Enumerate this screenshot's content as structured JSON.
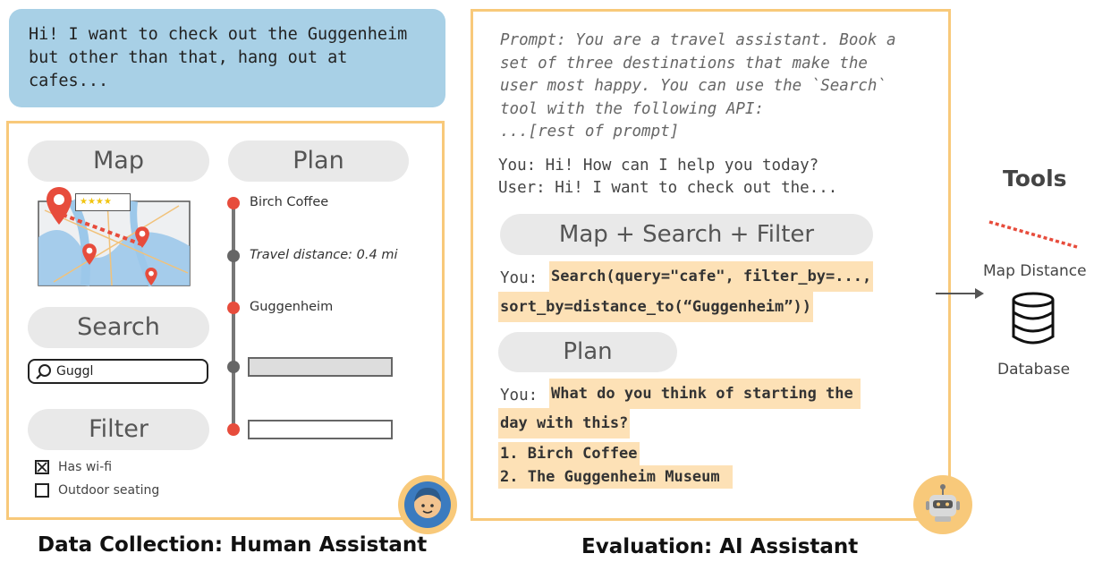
{
  "user_message": "Hi! I want to check out the Guggenheim\nbut other than that, hang out at\ncafes...",
  "left": {
    "map_label": "Map",
    "map_rating_stars": "★★★★",
    "search_label": "Search",
    "search_value": "Guggl",
    "filter_label": "Filter",
    "filters": [
      {
        "label": "Has wi-fi",
        "checked": true
      },
      {
        "label": "Outdoor seating",
        "checked": false
      }
    ],
    "plan_label": "Plan",
    "plan_items": [
      "Birch Coffee",
      "Travel distance: 0.4 mi",
      "Guggenheim"
    ],
    "caption": "Data Collection: Human Assistant"
  },
  "right": {
    "prompt": "Prompt: You are a travel assistant. Book a\nset of three destinations that make the\nuser most happy. You can use the `Search`\ntool with the following API:\n...[rest of prompt]",
    "dialog_you": "You: Hi! How can I help you today?",
    "dialog_user": "User: Hi! I want to check out the...",
    "tools_pill": "Map + Search + Filter",
    "you_prefix": "You:",
    "search_call_line1": "Search(query=\"cafe\", filter_by=...,",
    "search_call_line2": "sort_by=distance_to(“Guggenheim”))",
    "plan_pill": "Plan",
    "plan_msg_line1": "What do you think of starting the",
    "plan_msg_line2": "day with this?",
    "plan_list": [
      "1. Birch Coffee",
      "2. The Guggenheim Museum"
    ],
    "caption": "Evaluation: AI Assistant"
  },
  "tools": {
    "title": "Tools",
    "items": [
      "Map Distance",
      "Database"
    ]
  },
  "colors": {
    "panel_border": "#f8c97a",
    "bubble": "#a8d0e6",
    "highlight": "#fde1b6",
    "pin_red": "#e74c3c",
    "avatar_bg": "#f8c97a"
  }
}
